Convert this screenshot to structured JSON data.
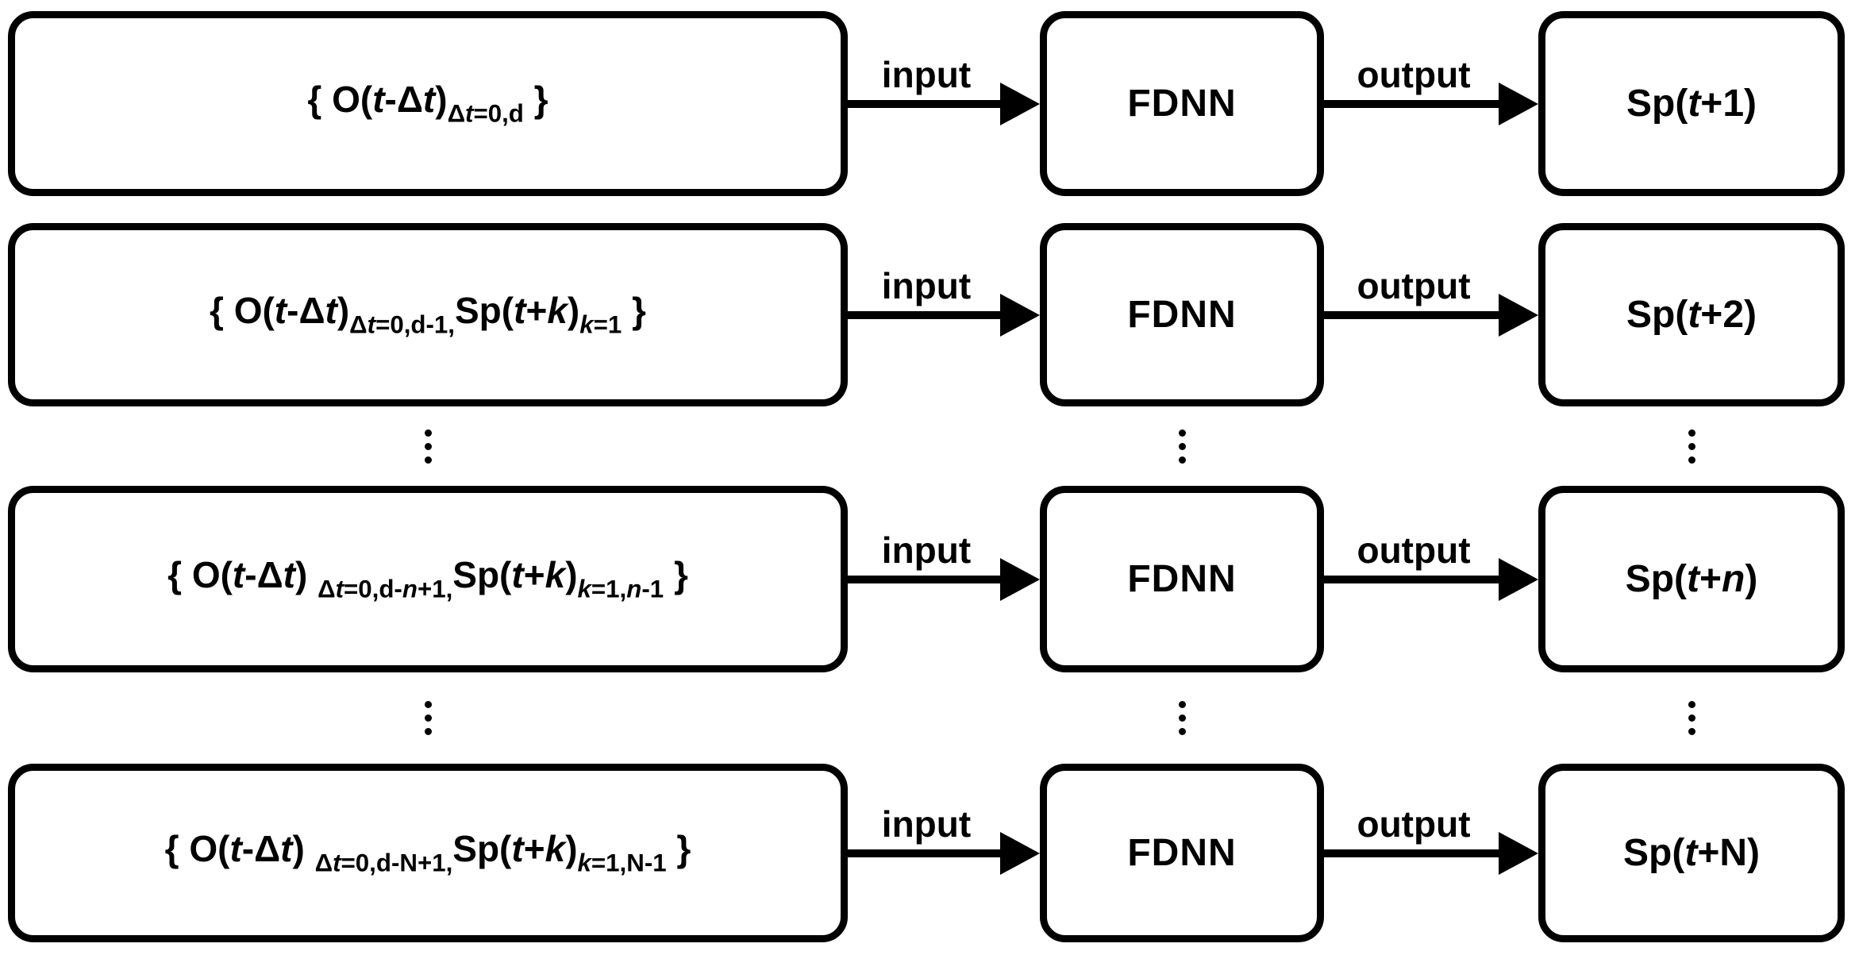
{
  "diagram": {
    "colors": {
      "ink": "#000000",
      "paper": "#ffffff"
    },
    "arrow_labels": {
      "input": "input",
      "output": "output"
    },
    "ellipsis_glyph": "⋮",
    "sequence": [
      {
        "type": "flow",
        "processor": "FDNN",
        "input_set": [
          {
            "t": "{ O("
          },
          {
            "t": "t",
            "i": true
          },
          {
            "t": "-Δ"
          },
          {
            "t": "t",
            "i": true
          },
          {
            "t": ")"
          },
          {
            "t": "Δ",
            "s": true
          },
          {
            "t": "t",
            "i": true,
            "s": true
          },
          {
            "t": "=0,d",
            "s": true
          },
          {
            "t": " }"
          }
        ],
        "prediction": [
          {
            "t": "Sp("
          },
          {
            "t": "t",
            "i": true
          },
          {
            "t": "+1)"
          }
        ]
      },
      {
        "type": "flow",
        "processor": "FDNN",
        "input_set": [
          {
            "t": "{ O("
          },
          {
            "t": "t",
            "i": true
          },
          {
            "t": "-Δ"
          },
          {
            "t": "t",
            "i": true
          },
          {
            "t": ")"
          },
          {
            "t": "Δ",
            "s": true
          },
          {
            "t": "t",
            "i": true,
            "s": true
          },
          {
            "t": "=0,d-1,",
            "s": true
          },
          {
            "t": "Sp("
          },
          {
            "t": "t",
            "i": true
          },
          {
            "t": "+"
          },
          {
            "t": "k",
            "i": true
          },
          {
            "t": ")"
          },
          {
            "t": "k",
            "i": true,
            "s": true
          },
          {
            "t": "=1",
            "s": true
          },
          {
            "t": " }"
          }
        ],
        "prediction": [
          {
            "t": "Sp("
          },
          {
            "t": "t",
            "i": true
          },
          {
            "t": "+2)"
          }
        ]
      },
      {
        "type": "ellipsis"
      },
      {
        "type": "flow",
        "processor": "FDNN",
        "input_set": [
          {
            "t": "{ O("
          },
          {
            "t": "t",
            "i": true
          },
          {
            "t": "-Δ"
          },
          {
            "t": "t",
            "i": true
          },
          {
            "t": ") "
          },
          {
            "t": "Δ",
            "s": true
          },
          {
            "t": "t",
            "i": true,
            "s": true
          },
          {
            "t": "=0,d-",
            "s": true
          },
          {
            "t": "n",
            "i": true,
            "s": true
          },
          {
            "t": "+1,",
            "s": true
          },
          {
            "t": "Sp("
          },
          {
            "t": "t",
            "i": true
          },
          {
            "t": "+"
          },
          {
            "t": "k",
            "i": true
          },
          {
            "t": ")"
          },
          {
            "t": "k",
            "i": true,
            "s": true
          },
          {
            "t": "=1,",
            "s": true
          },
          {
            "t": "n",
            "i": true,
            "s": true
          },
          {
            "t": "-1",
            "s": true
          },
          {
            "t": " }"
          }
        ],
        "prediction": [
          {
            "t": "Sp("
          },
          {
            "t": "t",
            "i": true
          },
          {
            "t": "+"
          },
          {
            "t": "n",
            "i": true
          },
          {
            "t": ")"
          }
        ]
      },
      {
        "type": "ellipsis"
      },
      {
        "type": "flow",
        "processor": "FDNN",
        "input_set": [
          {
            "t": "{ O("
          },
          {
            "t": "t",
            "i": true
          },
          {
            "t": "-Δ"
          },
          {
            "t": "t",
            "i": true
          },
          {
            "t": ") "
          },
          {
            "t": "Δ",
            "s": true
          },
          {
            "t": "t",
            "i": true,
            "s": true
          },
          {
            "t": "=0,d-N+1,",
            "s": true
          },
          {
            "t": "Sp("
          },
          {
            "t": "t",
            "i": true
          },
          {
            "t": "+"
          },
          {
            "t": "k",
            "i": true
          },
          {
            "t": ")"
          },
          {
            "t": "k",
            "i": true,
            "s": true
          },
          {
            "t": "=1,N-1",
            "s": true
          },
          {
            "t": " }"
          }
        ],
        "prediction": [
          {
            "t": "Sp("
          },
          {
            "t": "t",
            "i": true
          },
          {
            "t": "+N)"
          }
        ]
      }
    ]
  }
}
